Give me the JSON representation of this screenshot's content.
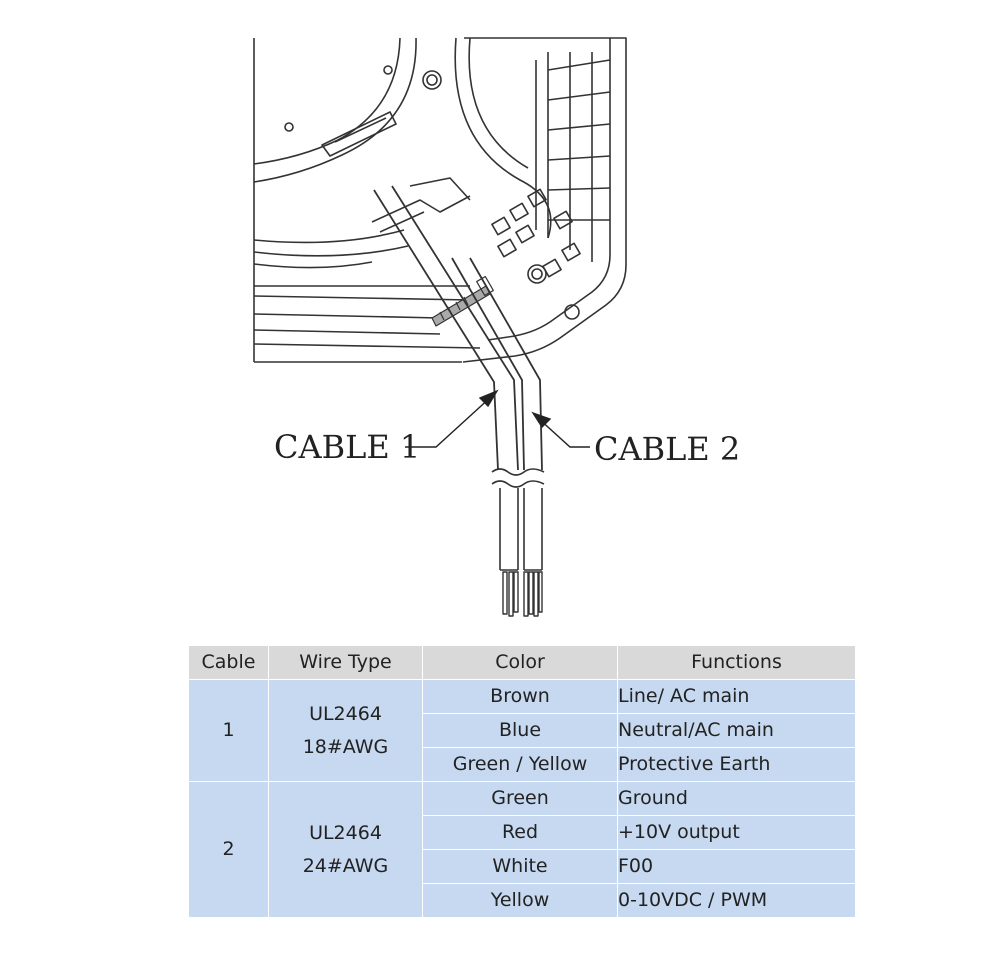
{
  "diagram": {
    "cable1_label": "CABLE 1",
    "cable2_label": "CABLE 2"
  },
  "table": {
    "headers": [
      "Cable",
      "Wire Type",
      "Color",
      "Functions"
    ],
    "groups": [
      {
        "cable": "1",
        "wire_type_line1": "UL2464",
        "wire_type_line2": "18#AWG",
        "rows": [
          {
            "color": "Brown",
            "function": "Line/ AC main"
          },
          {
            "color": "Blue",
            "function": "Neutral/AC main"
          },
          {
            "color": "Green / Yellow",
            "function": "Protective Earth"
          }
        ]
      },
      {
        "cable": "2",
        "wire_type_line1": "UL2464",
        "wire_type_line2": "24#AWG",
        "rows": [
          {
            "color": "Green",
            "function": "Ground"
          },
          {
            "color": "Red",
            "function": "+10V output"
          },
          {
            "color": "White",
            "function": "F00"
          },
          {
            "color": "Yellow",
            "function": "0-10VDC / PWM"
          }
        ]
      }
    ],
    "colors": {
      "header_bg": "#d9d9d9",
      "cell_bg": "#c6d9f0"
    }
  }
}
